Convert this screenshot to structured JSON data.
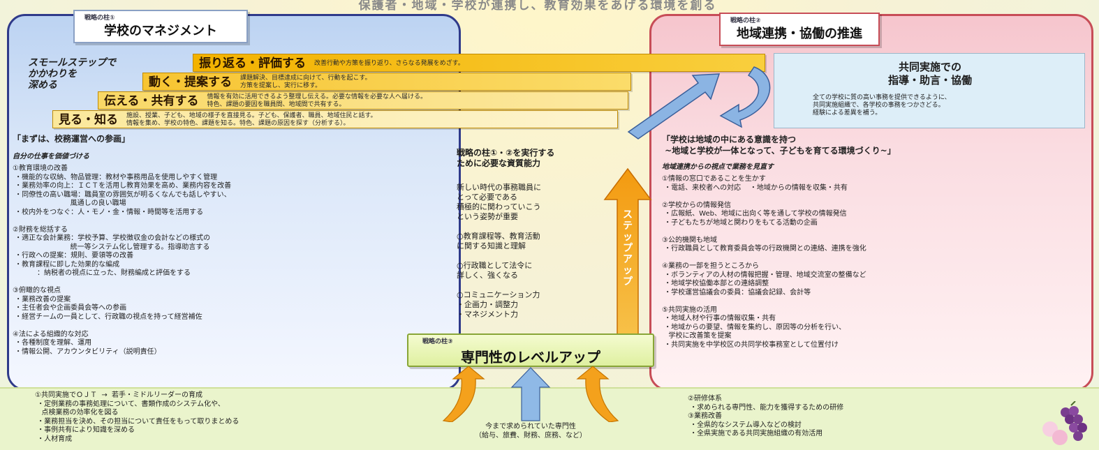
{
  "top_title": "保護者・地域・学校が連携し、教育効果をあげる環境を創る",
  "pillar1": {
    "small": "戦略の柱①",
    "title": "学校のマネジメント"
  },
  "pillar2": {
    "small": "戦略の柱②",
    "title": "地域連携・協働の推進"
  },
  "pillar3": {
    "small": "戦略の柱③",
    "title": "専門性のレベルアップ"
  },
  "small_steps": "スモールステップで\nかかわりを\n深める",
  "stairs": [
    {
      "label": "振り返る・評価する",
      "desc": "改善行動や方策を振り返り、さらなる発展をめざす。"
    },
    {
      "label": "動く・提案する",
      "desc": "課題解決、目標達成に向けて、行動を起こす。\n方策を提案し、実行に移す。"
    },
    {
      "label": "伝える・共有する",
      "desc": "情報を有効に活用できるよう整理し伝える。必要な情報を必要な人へ届ける。\n特色、課題の要因を職員間、地域間で共有する。"
    },
    {
      "label": "見る・知る",
      "desc": "施設、授業、子ども、地域の様子を直接見る。子ども、保護者、職員、地域住民と話す。\n情報を集め、学校の特色、課題を知る。特色、課題の原因を探す（分析する）。"
    }
  ],
  "joint": {
    "title": "共同実施での\n指導・助言・協働",
    "body": "全ての学校に質の高い事務を提供できるように、\n共同実施組織で、各学校の事務をつかさどる。\n経験による差異を補う。"
  },
  "left": {
    "heading": "「まずは、校務運営への参画」",
    "sub": "自分の仕事を価値づける",
    "body": "①教育環境の改善\n ・機能的な収納、物品管理：教材や事務用品を使用しやすく管理\n ・業務効率の向上：ＩＣＴを活用し教育効果を高め、業務内容を改善\n ・同僚性の高い職場：職員室の雰囲気が明るくなんでも話しやすい、\n                          風通しの良い職場\n ・校内外をつなぐ：人・モノ・金・情報・時間等を活用する\n\n②財務を総括する\n ・適正な会計業務：学校予算、学校徴収金の会計などの様式の\n                          統一等システム化し管理する。指導助言する\n ・行政への提案：規則、要領等の改善\n ・教育課程に即した効果的な編成\n           ：納税者の視点に立った、財務編成と評価をする\n\n③俯瞰的な視点\n ・業務改善の提案\n ・主任者会や企画委員会等への参画\n ・経営チームの一員として、行政職の視点を持って経営補佐\n\n④法による組織的な対応\n ・各種制度を理解、運用\n ・情報公開、アカウンタビリティ（説明責任）"
  },
  "center": {
    "heading": "戦略の柱①・②を実行する\nために必要な資質能力",
    "body": "新しい時代の事務職員に\nとって必要である\n積極的に関わっていこう\nという姿勢が重要\n\n○教育課程等、教育活動\nに関する知識と理解\n\n○行政職として法令に\n詳しく、強くなる\n\n○コミュニケーション力\n・企画力・調整力\n・マネジメント力",
    "stepup": "ステップアップ"
  },
  "right": {
    "heading": "「学校は地域の中にある意識を持つ\n ~地域と学校が一体となって、子どもを育てる環境づくり~」",
    "sub": "地域連携からの視点で業務を見直す",
    "body": "①情報の窓口であることを生かす\n ・電話、来校者への対応    ・地域からの情報を収集・共有\n\n②学校からの情報発信\n ・広報紙、Web、地域に出向く等を通して学校の情報発信\n ・子どもたちが地域と関わりをもてる活動の企画\n\n③公的機関も地域\n ・行政職員として教育委員会等の行政機関との連絡、連携を強化\n\n④業務の一部を担うところから\n ・ボランティアの人材の情報把握・管理、地域交流室の整備など\n ・地域学校協働本部との連絡調整\n ・学校運営協議会の委員：協議会記録、会計等\n\n⑤共同実施の活用\n ・地域人材や行事の情報収集・共有\n ・地域からの要望、情報を集約し、原因等の分析を行い、\n   学校に改善策を提案\n ・共同実施を中学校区の共同学校事務室として位置付け"
  },
  "bottom_left": "①共同実施でＯＪＴ  →  若手・ミドルリーダーの育成\n ・定例業務の事務処理について、書類作成のシステム化や、\n   点検業務の効率化を図る\n ・業務担当を決め、その担当について責任をもって取りまとめる\n ・事例共有により知識を深める\n ・人材育成",
  "bottom_center": "今まで求められていた専門性\n（給与、旅費、財務、庶務、など）",
  "bottom_right": "②研修体系\n ・求められる専門性、能力を獲得するための研修\n③業務改善\n ・全県的なシステム導入などの検討\n ・全県実施である共同実施組織の有効活用",
  "colors": {
    "left_border": "#2f3a8a",
    "right_border": "#c74d57",
    "stair_fill": "#f5b400",
    "stepup_arrow": "#f08a00"
  }
}
